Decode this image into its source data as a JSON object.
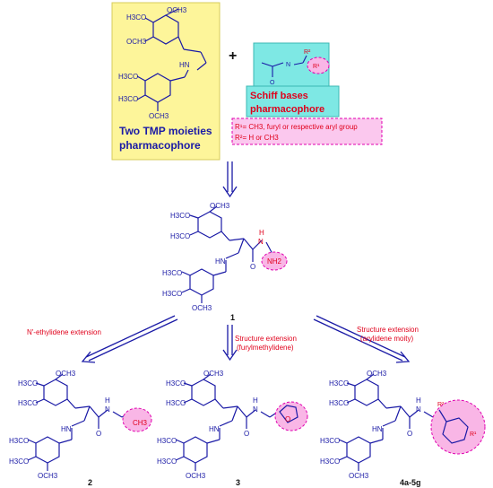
{
  "top_left": {
    "ocme3_a": "OCH3",
    "h3co_a": "H3CO",
    "ocme3_b": "OCH3",
    "nh": "HN",
    "h3co_b": "H3CO",
    "h3co_c": "H3CO",
    "ocme3_c": "OCH3",
    "caption_line1": "Two TMP moieties",
    "caption_line2": "pharmacophore"
  },
  "plus": "+",
  "top_right": {
    "r2": "R²",
    "r1": "R¹",
    "o": "O",
    "nn": "N",
    "caption_line1": "Schiff bases",
    "caption_line2": "pharmacophore",
    "note_line1": "R¹= CH3, furyl or respective aryl group",
    "note_line2": "R²= H or CH3"
  },
  "compound1": {
    "ocme3_1": "OCH3",
    "h3co_1": "H3CO",
    "h3co_2": "H3CO",
    "h3co_3": "H3CO",
    "h3co_4": "H3CO",
    "ocme3_2": "OCH3",
    "hn": "HN",
    "h": "H",
    "n": "N",
    "nh2": "NH2",
    "o": "O",
    "label": "1"
  },
  "branches": {
    "left": "N'-ethylidene extension",
    "middle_line1": "Structure extension",
    "middle_line2": "(furylmethylidene)",
    "right_line1": "Structure extension",
    "right_line2": "(arylidene moity)"
  },
  "products": {
    "p2": {
      "label": "2",
      "tail": "CH3"
    },
    "p3": {
      "label": "3",
      "tail": "O"
    },
    "p4": {
      "label": "4a-5g",
      "r1": "R¹",
      "r2": "R²"
    },
    "common": {
      "ocme3": "OCH3",
      "h3co": "H3CO",
      "hn": "HN",
      "h": "H",
      "n": "N",
      "o": "O"
    }
  },
  "colors": {
    "bond_blue": "#1a1aa6",
    "accent_red": "#e0001b",
    "yellow_box": "#fdf59a",
    "cyan_box": "#7ee8e4",
    "pink_box": "#fbc8ee",
    "pink_circle": "#f9b6e6"
  }
}
